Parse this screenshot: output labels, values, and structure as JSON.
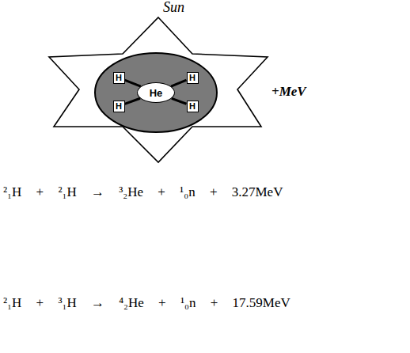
{
  "diagram": {
    "nodes": [
      {
        "text": [
          "Sun"
        ]
      },
      {
        "text": [
          "H"
        ],
        "in": 0
      },
      {
        "text": [
          "H"
        ],
        "in": 0
      },
      {
        "text": [
          "He"
        ],
        "in": 0
      },
      {
        "text": [
          "H"
        ],
        "in": 0
      },
      {
        "text": [
          "H"
        ],
        "in": 0
      }
    ],
    "edges": [
      {
        "from": 3,
        "to": 1,
        "arrow": "none"
      },
      {
        "from": 3,
        "to": 2,
        "arrow": "none"
      },
      {
        "from": 3,
        "to": 4,
        "arrow": "none"
      },
      {
        "from": 3,
        "to": 5,
        "arrow": "none"
      }
    ],
    "labels": [
      "+MeV",
      "²₁H + ²₁H → ³₂He + ¹₀n + 3.27MeV",
      "²₁H + ³₁H → ⁴₂He + ¹₀n + 17.59MeV"
    ]
  }
}
